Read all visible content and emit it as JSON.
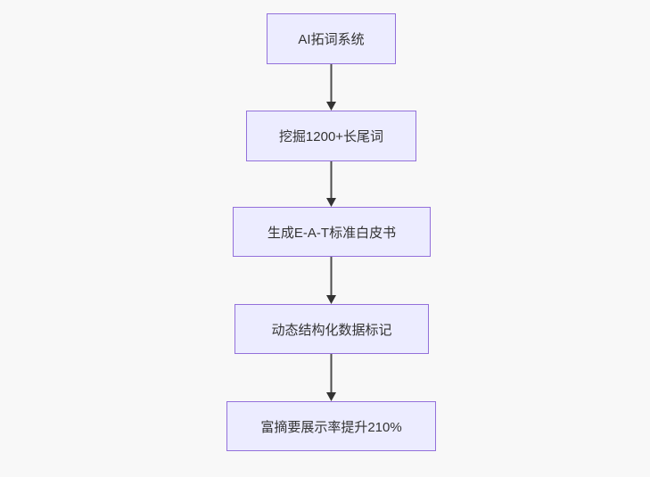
{
  "diagram": {
    "type": "flowchart",
    "direction": "top-down",
    "nodes": [
      {
        "id": "A",
        "label": "AI拓词系统"
      },
      {
        "id": "B",
        "label": "挖掘1200+长尾词"
      },
      {
        "id": "C",
        "label": "生成E-A-T标准白皮书"
      },
      {
        "id": "D",
        "label": "动态结构化数据标记"
      },
      {
        "id": "E",
        "label": "富摘要展示率提升210%"
      }
    ],
    "edges": [
      {
        "from": "A",
        "to": "B"
      },
      {
        "from": "B",
        "to": "C"
      },
      {
        "from": "C",
        "to": "D"
      },
      {
        "from": "D",
        "to": "E"
      }
    ]
  },
  "colors": {
    "background": "#f8f8f8",
    "node-fill": "#ececff",
    "node-border": "#9370db",
    "node-text": "#333333",
    "edge-line": "#4d4d4d",
    "edge-head": "#333333"
  }
}
